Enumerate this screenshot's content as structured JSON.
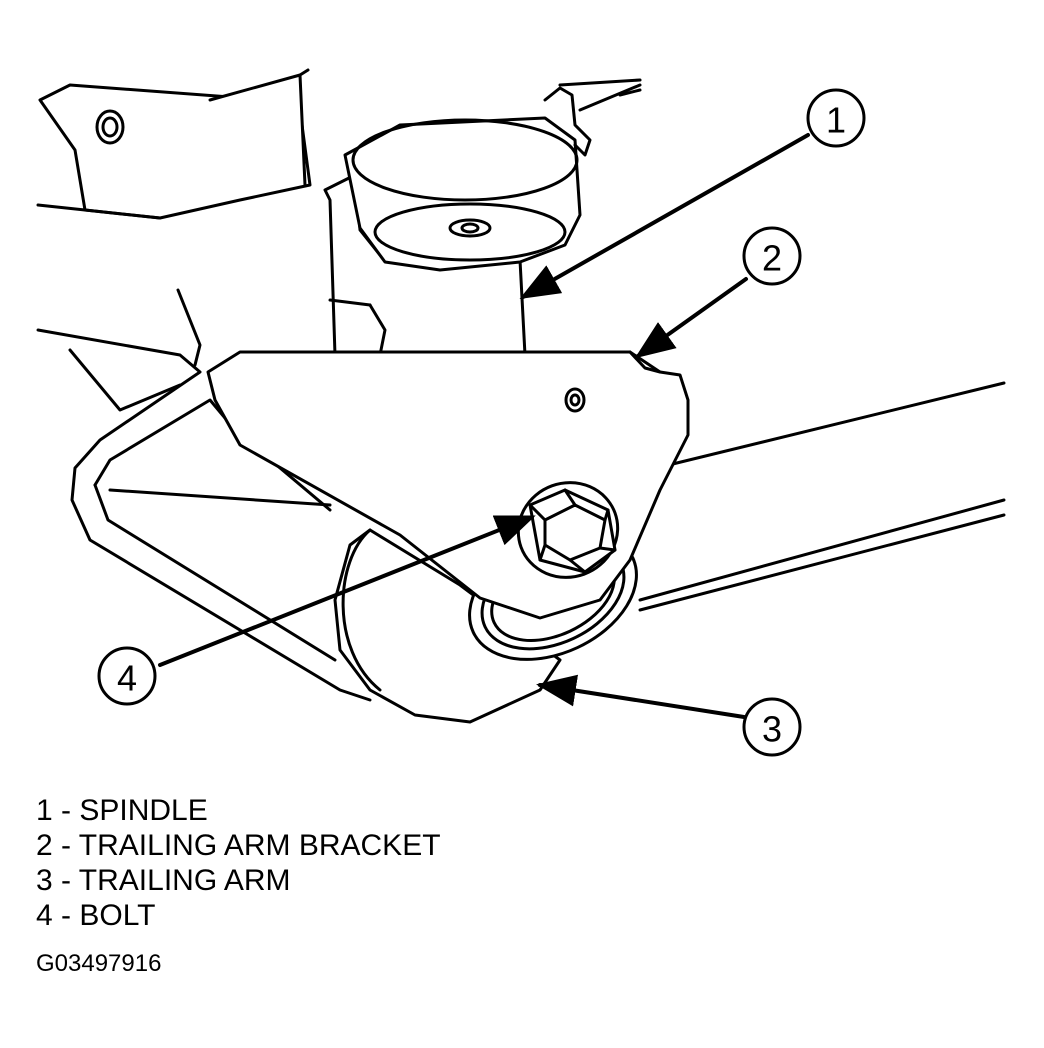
{
  "callouts": [
    {
      "number": "1"
    },
    {
      "number": "2"
    },
    {
      "number": "3"
    },
    {
      "number": "4"
    }
  ],
  "legend": [
    {
      "text": "1 - SPINDLE"
    },
    {
      "text": "2 - TRAILING ARM BRACKET"
    },
    {
      "text": "3 - TRAILING ARM"
    },
    {
      "text": "4 - BOLT"
    }
  ],
  "figure_code": "G03497916"
}
